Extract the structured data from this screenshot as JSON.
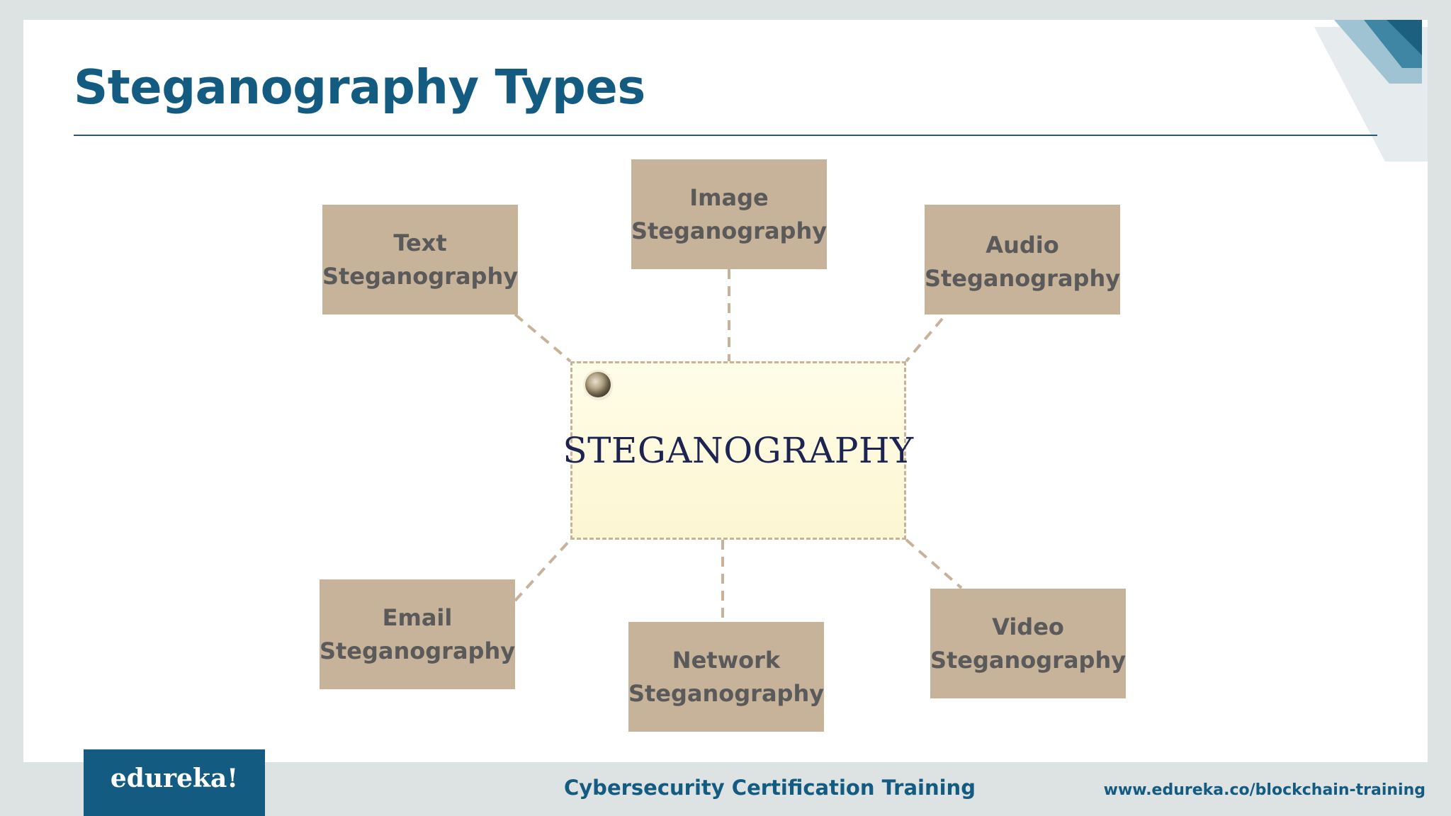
{
  "slide": {
    "title": "Steganography Types",
    "center_label": "STEGANOGRAPHY",
    "types": [
      {
        "line1": "Text",
        "line2": "Steganography"
      },
      {
        "line1": "Image",
        "line2": "Steganography"
      },
      {
        "line1": "Audio",
        "line2": "Steganography"
      },
      {
        "line1": "Email",
        "line2": "Steganography"
      },
      {
        "line1": "Network",
        "line2": "Steganography"
      },
      {
        "line1": "Video",
        "line2": "Steganography"
      }
    ]
  },
  "footer": {
    "logo": "edureka!",
    "course": "Cybersecurity Certification Training",
    "url": "www.edureka.co/blockchain-training"
  },
  "colors": {
    "title": "#135b80",
    "box_fill": "#c7b29a",
    "box_text": "#5a5a5a",
    "center_fill": "#fdf6d2",
    "center_text": "#1d2452"
  }
}
